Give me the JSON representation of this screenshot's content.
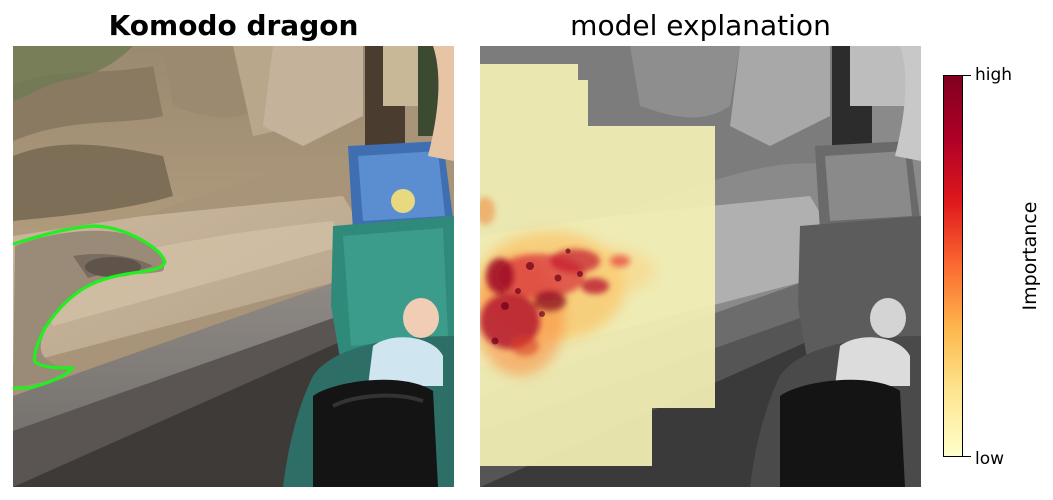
{
  "left_panel": {
    "title": "Komodo dragon"
  },
  "right_panel": {
    "title": "model explanation"
  },
  "colorbar": {
    "label": "Importance",
    "high_label": "high",
    "low_label": "low",
    "colormap": [
      "#fffecb",
      "#fee691",
      "#fdb84e",
      "#fc6a31",
      "#e0191c",
      "#b00026",
      "#80001f"
    ]
  },
  "colors": {
    "outline": "#22ee22",
    "overlay": "#f2efb4"
  }
}
